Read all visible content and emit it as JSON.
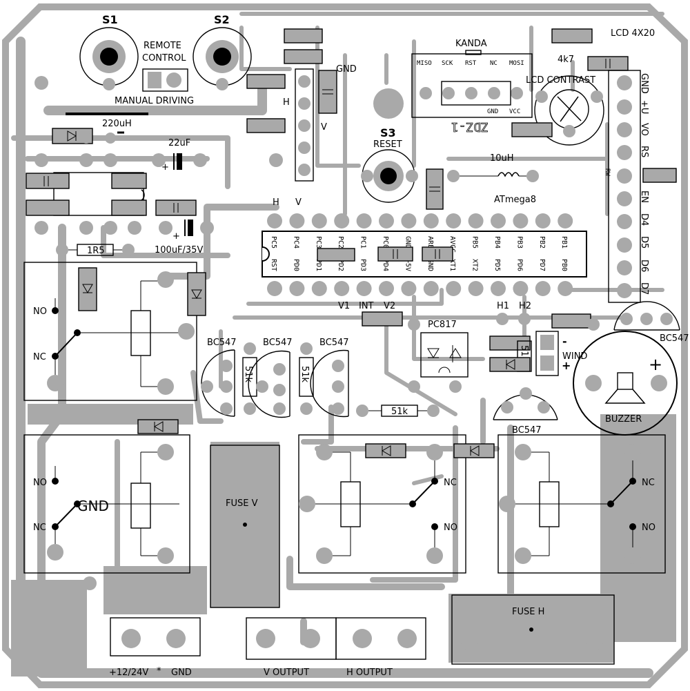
{
  "board": {
    "switches": {
      "s1": "S1",
      "s2": "S2",
      "s3": "S3",
      "reset": "RESET"
    },
    "remote": {
      "line1": "REMOTE",
      "line2": "CONTROL",
      "manual": "MANUAL DRIVING"
    },
    "passives": {
      "inductor1": "220uH",
      "cap22": "22uF",
      "cap100": "100uF/35V",
      "r1r5": "1R5",
      "inductor2": "10uH",
      "r4k7": "4k7",
      "r51k_a": "51k",
      "r51k_b": "51k",
      "r51k_c": "51k",
      "r51k_d": "51k"
    },
    "header": {
      "kanda": "KANDA",
      "miso": "MISO",
      "sck": "SCK",
      "rst": "RST",
      "nc": "NC",
      "mosi": "MOSI",
      "gnd": "GND",
      "vcc": "VCC",
      "boardname": "ZDZ-1"
    },
    "lcd": {
      "title": "LCD 4X20",
      "contrast": "LCD CONTRAST",
      "pins": [
        "GND",
        "+U",
        "VO",
        "RS",
        "EN",
        "D4",
        "D5",
        "D6",
        "D7"
      ],
      "rw": "RW"
    },
    "mcu": {
      "name": "ATmega8",
      "top_pins": [
        "PC5",
        "PC4",
        "PC3",
        "PC2",
        "PC1",
        "PC0",
        "GND",
        "AREF",
        "AVCC",
        "PB5",
        "PB4",
        "PB3",
        "PB2",
        "PB1"
      ],
      "bottom_pins": [
        "RST",
        "PD0",
        "PD1",
        "PD2",
        "PD3",
        "PD4",
        "+5V",
        "GND",
        "XT1",
        "XT2",
        "PD5",
        "PD6",
        "PD7",
        "PB0"
      ]
    },
    "io_labels": {
      "gnd_top": "GND",
      "h_top": "H",
      "v_top": "V",
      "h_mcu": "H",
      "v_mcu": "V",
      "v1": "V1",
      "int": "INT",
      "v2": "V2",
      "h1": "H1",
      "h2": "H2",
      "wind": "WIND",
      "minus": "-",
      "plus": "+"
    },
    "transistors": {
      "t1": "BC547",
      "t2": "BC547",
      "t3": "BC547",
      "t4": "BC547",
      "t5": "BC547"
    },
    "opto": "PC817",
    "buzzer": {
      "label": "BUZZER",
      "plus": "+"
    },
    "relays": {
      "r1_no": "NO",
      "r1_nc": "NC",
      "r2_no": "NO",
      "r2_nc": "NC",
      "r2_gnd": "GND",
      "r3_nc": "NC",
      "r3_no": "NO",
      "r4_nc": "NC",
      "r4_no": "NO"
    },
    "fuses": {
      "v": "FUSE V",
      "h": "FUSE H"
    },
    "terminals": {
      "power": "+12/24V",
      "power_mark": "*",
      "gnd": "GND",
      "v_out": "V OUTPUT",
      "h_out": "H OUTPUT"
    }
  }
}
